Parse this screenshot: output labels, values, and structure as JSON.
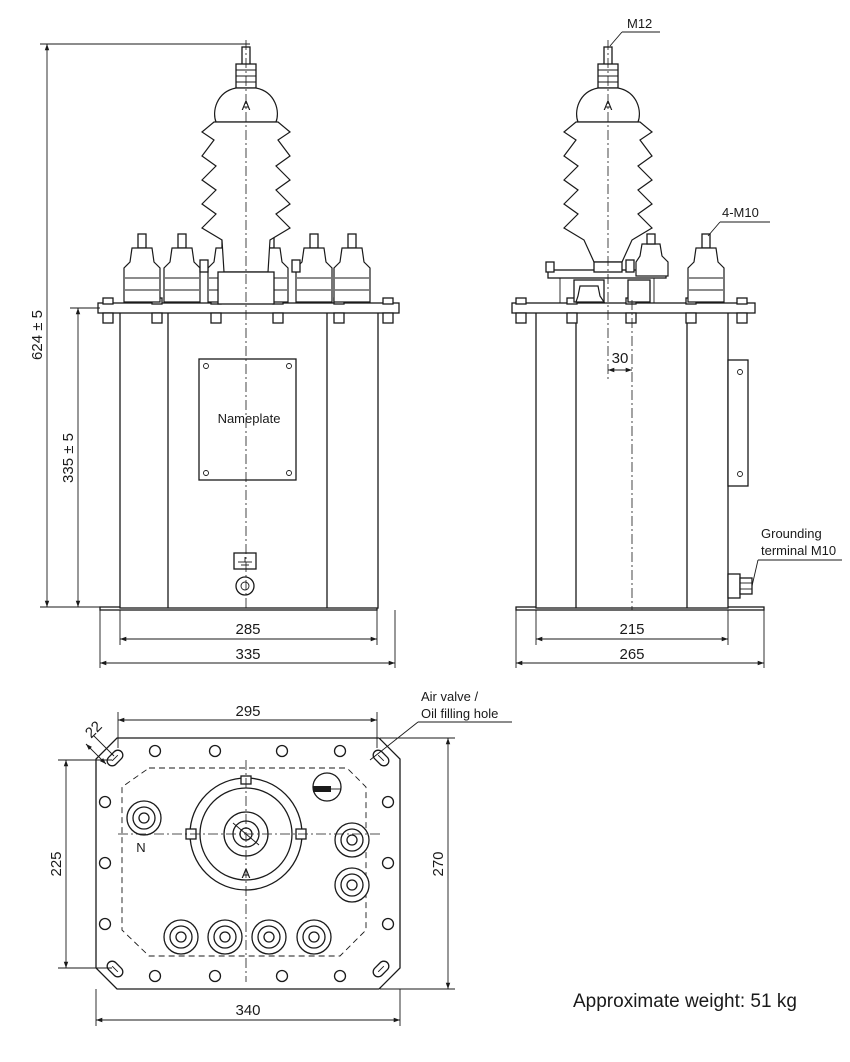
{
  "front_view": {
    "height_total": "624 ± 5",
    "height_tank": "335 ± 5",
    "tank_width": "285",
    "base_width": "335",
    "nameplate_label": "Nameplate",
    "bushing_mark": "A"
  },
  "side_view": {
    "thread_label": "M12",
    "bolt_label": "4-M10",
    "offset_dim": "30",
    "tank_depth": "215",
    "base_depth": "265",
    "grounding_line1": "Grounding",
    "grounding_line2": "terminal M10",
    "bushing_mark": "A"
  },
  "top_view": {
    "top_width": "295",
    "base_width": "340",
    "bolt_spacing": "225",
    "depth": "270",
    "slot_dim": "22",
    "valve_line1": "Air valve /",
    "valve_line2": "Oil filling hole",
    "neutral_mark": "N",
    "bushing_mark": "A"
  },
  "weight_note": "Approximate weight: 51 kg"
}
